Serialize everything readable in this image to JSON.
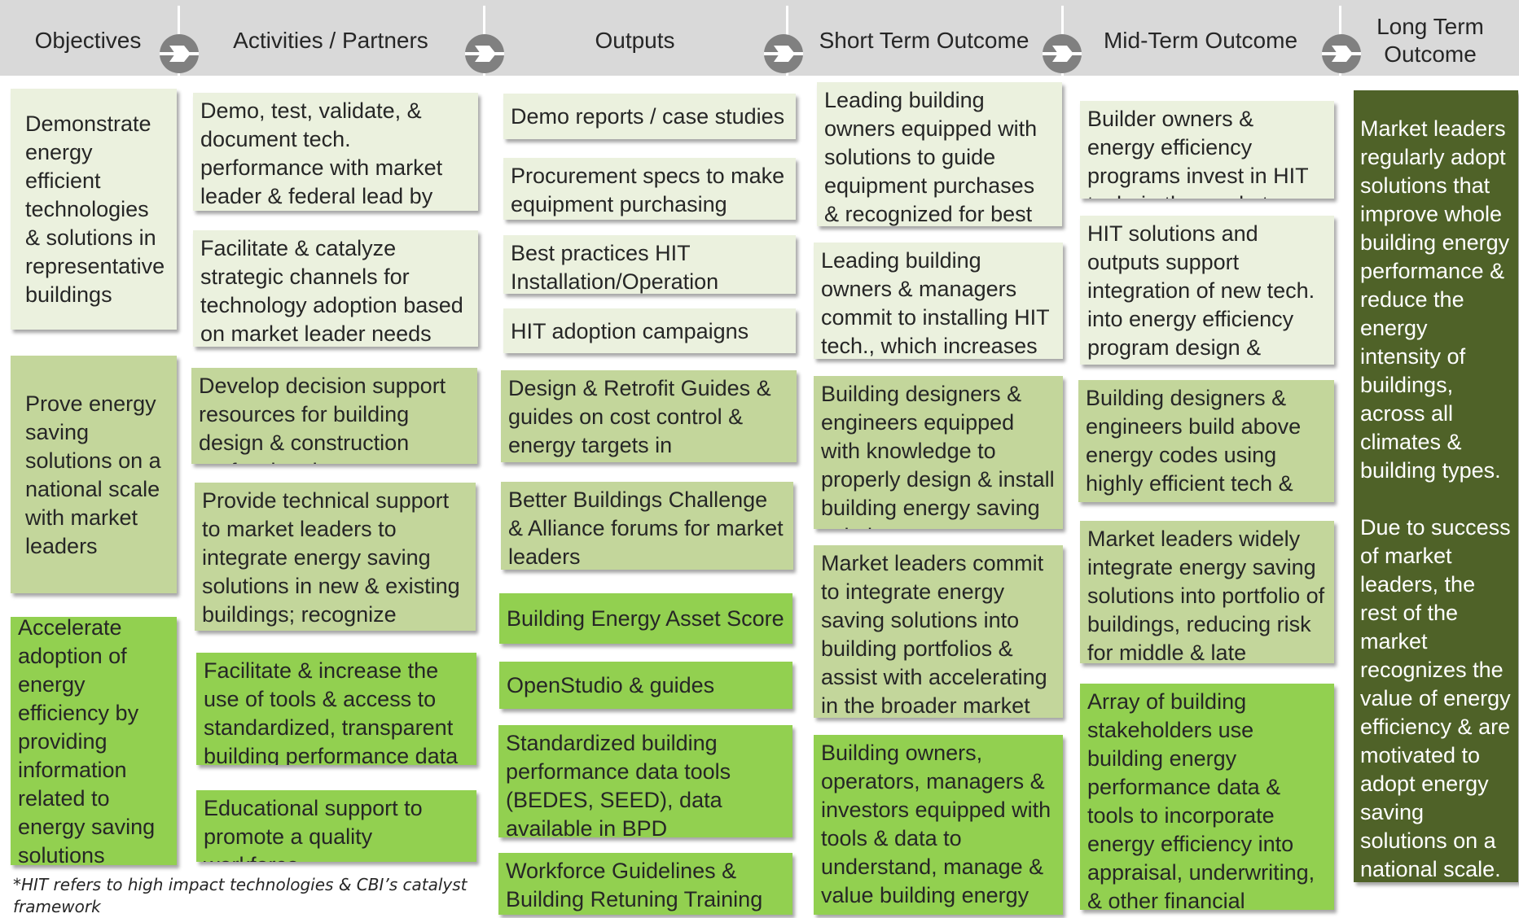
{
  "header": {
    "columns": [
      {
        "label": "Objectives"
      },
      {
        "label": "Activities / Partners"
      },
      {
        "label": "Outputs"
      },
      {
        "label": "Short Term Outcome"
      },
      {
        "label": "Mid-Term Outcome"
      },
      {
        "label": "Long Term Outcome"
      }
    ],
    "arrow_icon": "arrow-right-circle-icon"
  },
  "objectives": [
    "Demonstrate energy efficient technologies & solutions in representative buildings",
    "Prove energy saving solutions on a national scale with market leaders",
    "Accelerate adoption of energy efficiency by providing information related to energy saving solutions"
  ],
  "activities": [
    "Demo, test, validate, & document tech. performance with market leader & federal lead by example partners",
    "Facilitate & catalyze strategic channels for technology adoption based on market leader needs",
    "Develop decision support resources for building design & construction professionals",
    "Provide technical support to market leaders to integrate energy saving solutions in new & existing buildings; recognize success",
    "Facilitate & increase the use of tools & access to standardized, transparent building performance data",
    "Educational support to promote a quality workforce"
  ],
  "outputs": [
    "Demo reports / case studies",
    "Procurement specs to make equipment purchasing easier",
    "Best practices HIT Installation/Operation Guides",
    "HIT adoption campaigns",
    "Design & Retrofit Guides & guides on cost control & energy targets in construction contracts",
    "Better Buildings Challenge & Alliance forums for market leaders",
    "Building Energy Asset Score",
    "OpenStudio & guides",
    "Standardized building performance data tools (BEDES, SEED), data available in BPD",
    "Workforce Guidelines & Building Retuning Training"
  ],
  "short_term": [
    "Leading building owners equipped with solutions to guide equipment purchases & recognized for best practices",
    "Leading building owners & managers commit to installing HIT tech., which increases awareness",
    "Building designers & engineers equipped with knowledge to properly design & install building energy saving solutions",
    "Market leaders commit to integrate energy saving solutions into building portfolios & assist with accelerating in the broader market",
    "Building owners, operators, managers & investors equipped with tools & data to understand, manage & value building energy performance"
  ],
  "mid_term": [
    "Builder owners & energy efficiency programs invest in HIT tech. in the market",
    "HIT solutions  and outputs support integration of new tech. into energy efficiency program design & model energy codes",
    "Building designers & engineers build above energy codes using highly efficient tech & systems",
    "Market leaders widely integrate energy saving solutions into portfolio of buildings, reducing risk for middle & late adopters",
    "Array of building stakeholders use building energy performance data & tools to incorporate energy efficiency into appraisal, underwriting, & other financial transactions"
  ],
  "long_term": {
    "para1": "Market leaders regularly adopt solutions that improve whole building energy performance & reduce the energy intensity of buildings, across all climates & building types.",
    "para2": "Due to success of market leaders, the rest of the market recognizes the value of energy efficiency & are motivated to adopt energy saving solutions on a national scale."
  },
  "footnote": "*HIT refers to high impact technologies & CBI’s catalyst framework",
  "colors": {
    "header_bg": "#d9d9d9",
    "lightest_green": "#ebf1de",
    "light_green": "#c3d69b",
    "bright_green": "#92d050",
    "dark_olive": "#4f6228",
    "arrow": "#808080"
  }
}
